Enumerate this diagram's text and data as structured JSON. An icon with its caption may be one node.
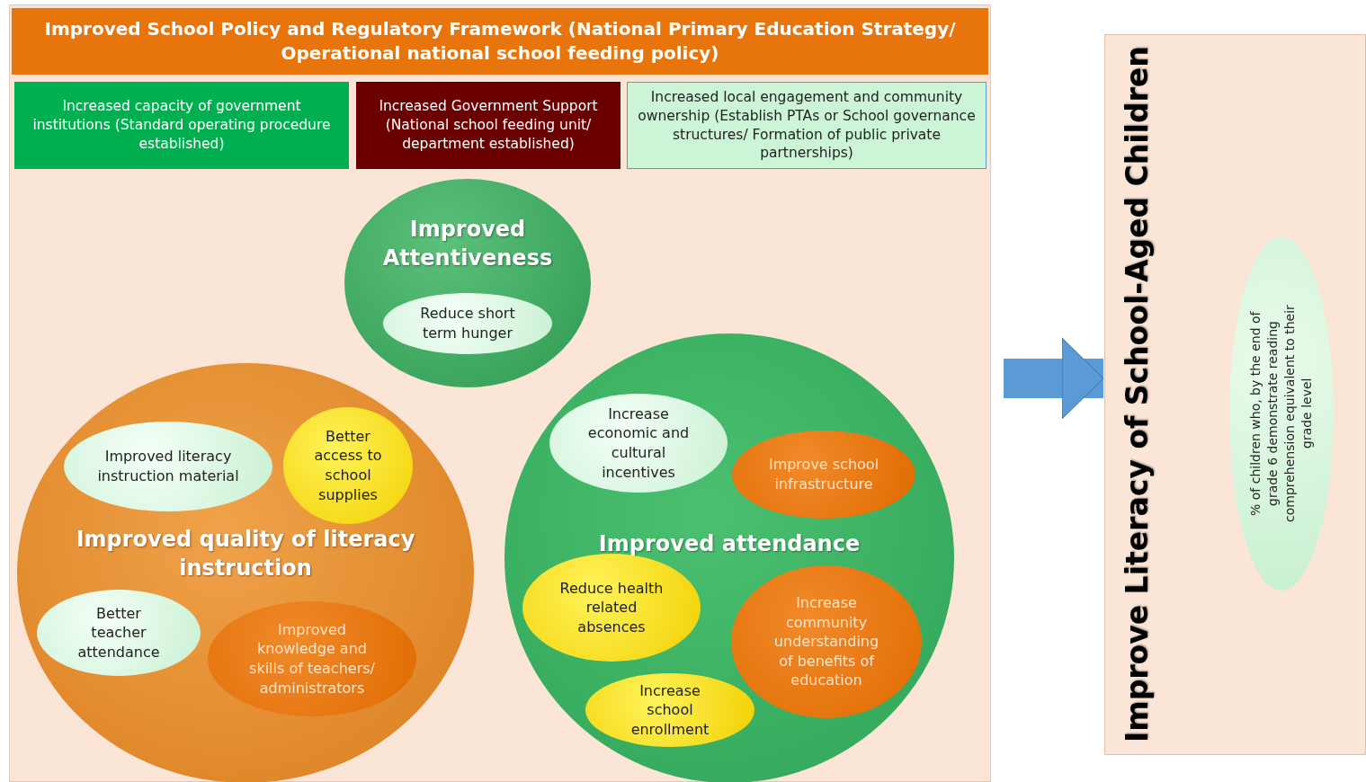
{
  "diagram": {
    "nodes": [
      {
        "text": [],
        "shape": "box"
      },
      {
        "text": [
          "Improved School Policy and Regulatory Framework (National Primary Education Strategy/ Operational national school feeding policy)"
        ],
        "in": 0
      },
      {
        "text": [
          "Increased capacity of government institutions (Standard operating procedure established)"
        ],
        "in": 0
      },
      {
        "text": [
          "Increased Government Support (National school feeding unit/ department established)"
        ],
        "in": 0
      },
      {
        "text": [
          "Increased local engagement and community ownership (Establish PTAs or School governance structures/ Formation of public private partnerships)"
        ],
        "in": 0
      },
      {
        "text": [
          "Improved Attentiveness"
        ],
        "in": 0
      },
      {
        "text": [
          "Reduce short term hunger"
        ],
        "in": 5
      },
      {
        "text": [
          "Improved quality of literacy instruction"
        ],
        "in": 0
      },
      {
        "text": [
          "Improved literacy instruction material"
        ],
        "in": 7
      },
      {
        "text": [
          "Better access to school supplies"
        ],
        "in": 7
      },
      {
        "text": [
          "Better teacher attendance"
        ],
        "in": 7
      },
      {
        "text": [
          "Improved knowledge and skills of teachers/ administrators"
        ],
        "in": 7
      },
      {
        "text": [
          "Improved attendance"
        ],
        "in": 0
      },
      {
        "text": [
          "Increase economic and cultural incentives"
        ],
        "in": 12
      },
      {
        "text": [
          "Improve school infrastructure"
        ],
        "in": 12
      },
      {
        "text": [
          "Reduce health related absences"
        ],
        "in": 12
      },
      {
        "text": [
          "Increase community understanding of benefits of education"
        ],
        "in": 12
      },
      {
        "text": [
          "Increase school enrollment"
        ],
        "in": 12
      },
      {
        "text": [
          "Improve Literacy of School-Aged Children"
        ]
      },
      {
        "text": [
          "% of children who, by the end of grade 6 demonstrate reading comprehension equivalent to their grade level"
        ],
        "in": 18
      }
    ],
    "edges": [
      {
        "from": 0,
        "to": 18,
        "arrow": "to"
      }
    ]
  }
}
